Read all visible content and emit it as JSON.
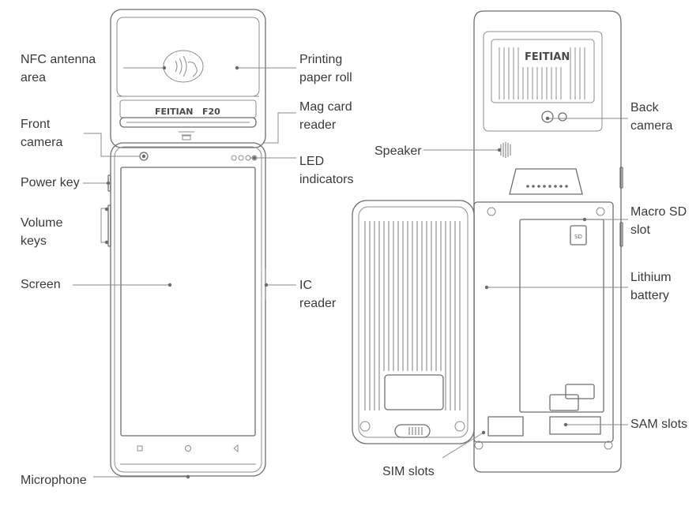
{
  "front": {
    "brand": "FEITIAN",
    "model": "F20",
    "labels": {
      "nfc": [
        "NFC antenna",
        "area"
      ],
      "front_camera": [
        "Front",
        "camera"
      ],
      "power_key": [
        "Power key"
      ],
      "volume_keys": [
        "Volume",
        "keys"
      ],
      "screen": [
        "Screen"
      ],
      "microphone": [
        "Microphone"
      ],
      "printing_paper_roll": [
        "Printing",
        "paper roll"
      ],
      "mag_card_reader": [
        "Mag card",
        "reader"
      ],
      "led_indicators": [
        "LED",
        "indicators"
      ],
      "ic_reader": [
        "IC",
        "reader"
      ]
    }
  },
  "back": {
    "brand": "FEITIAN",
    "sd_mark": "SD",
    "labels": {
      "speaker": [
        "Speaker"
      ],
      "back_camera": [
        "Back",
        "camera"
      ],
      "macro_sd_slot": [
        "Macro SD",
        "slot"
      ],
      "lithium_battery": [
        "Lithium",
        "battery"
      ],
      "sam_slots": [
        "SAM slots"
      ],
      "sim_slots": [
        "SIM slots"
      ]
    }
  }
}
